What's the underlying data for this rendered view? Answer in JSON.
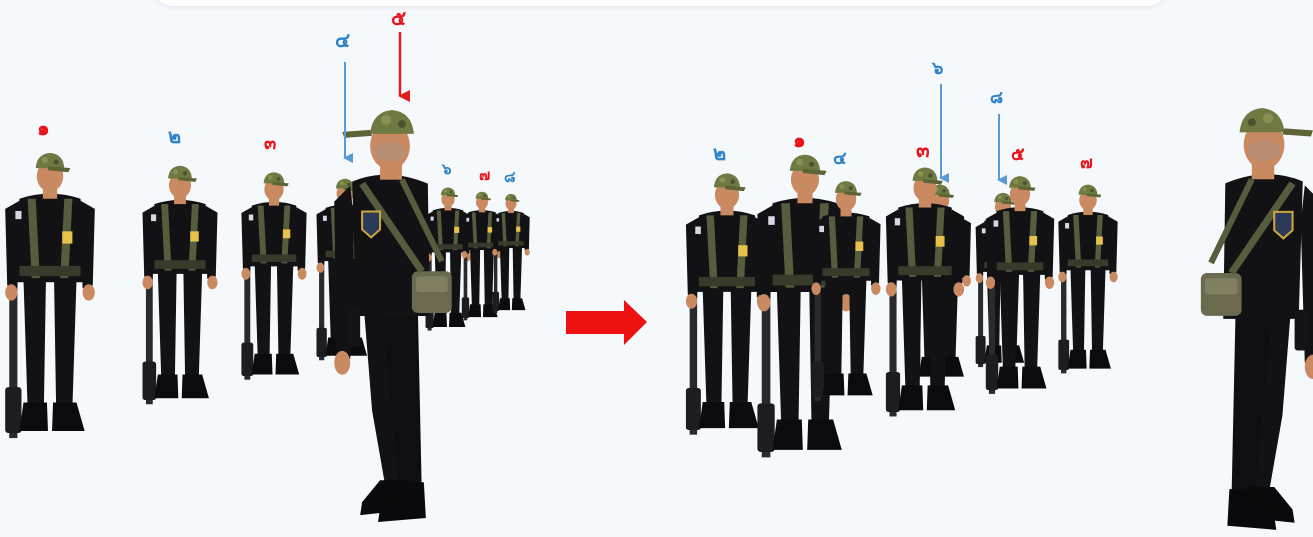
{
  "colors": {
    "red_label": "#e8141b",
    "blue_label": "#2f83c8",
    "red_arrow": "#e41a1c",
    "blue_arrow": "#5b9bd5",
    "transition_arrow": "#ee1111",
    "uniform": "#121215",
    "camo_cap": "#6f7a42",
    "skin": "#c98a62",
    "webbing": "#565c3e",
    "background": "#f6f9fc"
  },
  "left_formation": {
    "labels": {
      "s1": "๑",
      "s2": "๒",
      "s3": "๓",
      "s4": "๔",
      "s5": "๕",
      "s6": "๖",
      "s7": "๗",
      "s8": "๘"
    }
  },
  "right_formation": {
    "labels": {
      "s2": "๒",
      "s1": "๑",
      "s4": "๔",
      "s3": "๓",
      "s6": "๖",
      "s8": "๘",
      "s5": "๕",
      "s7": "๗"
    }
  },
  "icons": {
    "transition": "right-arrow-icon",
    "pointer": "down-arrow-icon"
  }
}
